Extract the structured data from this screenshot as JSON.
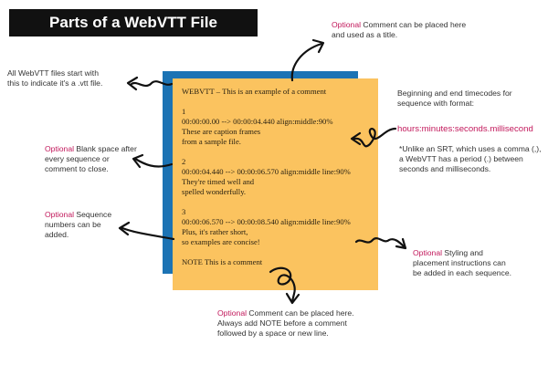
{
  "title": "Parts of a WebVTT File",
  "vtt_lines": [
    "WEBVTT – This is an example of a comment",
    "",
    "1",
    "00:00:00.00 --> 00:00:04.440 align:middle:90%",
    "These are caption frames",
    "from a sample file.",
    "",
    "2",
    "00:00:04.440 --> 00:00:06.570 align:middle line:90%",
    "They're timed well and",
    "spelled wonderfully.",
    "",
    "3",
    "00:00:06.570 --> 00:00:08.540 align:middle line:90%",
    "Plus, it's rather short,",
    "so examples are concise!",
    "",
    "NOTE This is a comment"
  ],
  "notes": {
    "optional_word": "Optional",
    "title_comment": " Comment can be placed here and used as a title.",
    "all_files": "All WebVTT files start with this to indicate it's a .vtt file.",
    "blank_space": " Blank space after every sequence or comment to close.",
    "sequence_numbers": " Sequence numbers can be added.",
    "timecodes_intro": "Beginning and end timecodes for sequence with format:",
    "timecode_format": "hours:minutes:seconds.millisecond",
    "srt_note": "*Unlike an SRT, which uses a comma (,), a WebVTT has a period (.) between seconds and milliseconds.",
    "styling": " Styling and placement instructions can be added in each sequence.",
    "note_comment": " Comment can be placed here. Always add NOTE before a comment followed by a space or new line."
  },
  "colors": {
    "title_bg": "#111111",
    "blue_panel": "#1c73b4",
    "yellow_panel": "#fbc35f",
    "accent": "#c2185b"
  }
}
